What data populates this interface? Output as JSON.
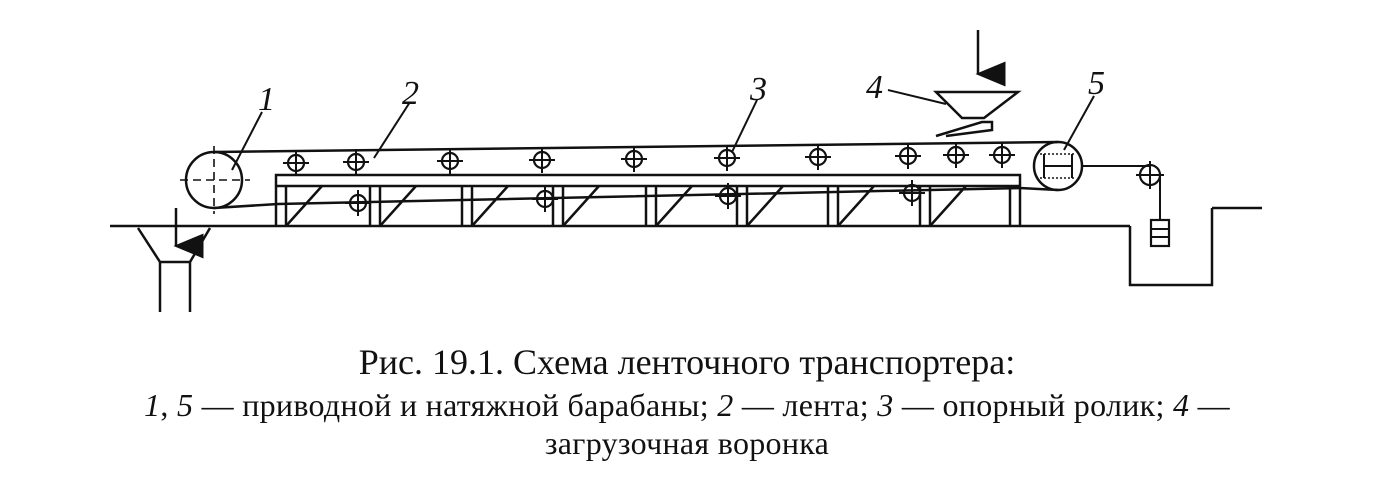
{
  "diagram": {
    "labels": {
      "n1": "1",
      "n2": "2",
      "n3": "3",
      "n4": "4",
      "n5": "5"
    }
  },
  "caption": {
    "title": "Рис. 19.1. Схема ленточного транспортера:",
    "legend": {
      "n1": "1",
      "sep1": ", ",
      "n5": "5",
      "t1": " — приводной и натяжной барабаны; ",
      "n2": "2",
      "t2": " — лента; ",
      "n3": "3",
      "t3": " — опорный ролик; ",
      "n4": "4",
      "t4": " —",
      "t5": "загрузочная воронка"
    }
  }
}
